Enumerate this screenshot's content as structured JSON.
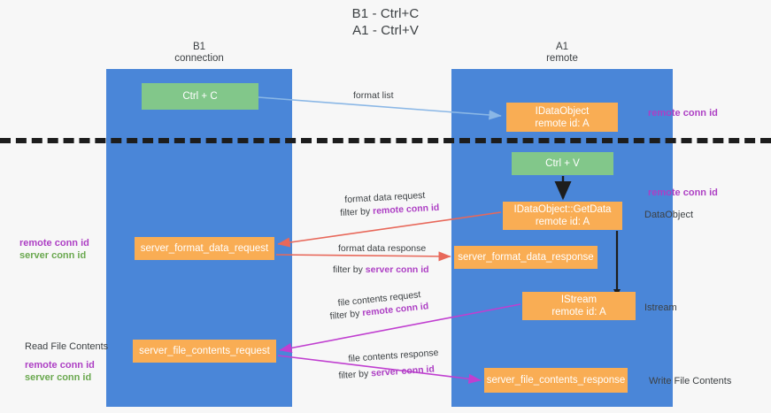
{
  "title": {
    "line1": "B1 - Ctrl+C",
    "line2": "A1 - Ctrl+V"
  },
  "columns": [
    {
      "id": "b1",
      "name": "B1",
      "sub": "connection"
    },
    {
      "id": "a1",
      "name": "A1",
      "sub": "remote"
    }
  ],
  "boxes": {
    "ctrl_c": {
      "line1": "Ctrl + C",
      "line2": "",
      "color": "#82c78a"
    },
    "data_object": {
      "line1": "IDataObject",
      "line2": "remote id: A",
      "color": "#f9ad54"
    },
    "ctrl_v": {
      "line1": "Ctrl + V",
      "line2": "",
      "color": "#82c78a"
    },
    "get_data": {
      "line1": "IDataObject::GetData",
      "line2": "remote id: A",
      "color": "#f9ad54"
    },
    "server_format_data_request": {
      "line1": "server_format_data_request",
      "line2": "",
      "color": "#f9ad54"
    },
    "server_format_data_response": {
      "line1": "server_format_data_response",
      "line2": "",
      "color": "#f9ad54"
    },
    "istream": {
      "line1": "IStream",
      "line2": "remote id: A",
      "color": "#f9ad54"
    },
    "server_file_contents_request": {
      "line1": "server_file_contents_request",
      "line2": "",
      "color": "#f9ad54"
    },
    "server_file_contents_response": {
      "line1": "server_file_contents_response",
      "line2": "",
      "color": "#f9ad54"
    }
  },
  "connectors": {
    "format_list": {
      "label": "format list"
    },
    "format_data_request": {
      "label": "format data request",
      "filter_prefix": "filter by ",
      "filter_key": "remote conn id"
    },
    "format_data_response": {
      "label": "format data response",
      "filter_prefix": "filter by ",
      "filter_key": "server conn id"
    },
    "file_contents_request": {
      "label": "file contents request",
      "filter_prefix": "filter by ",
      "filter_key": "remote conn id"
    },
    "file_contents_response": {
      "label": "file contents response",
      "filter_prefix": "filter by ",
      "filter_key": "server conn id"
    }
  },
  "annotations": {
    "right_remote_conn_id_top": "remote conn id",
    "right_remote_conn_id_mid": "remote conn id",
    "right_dataobject": "DataObject",
    "right_istream": "Istream",
    "right_write_file_contents": "Write File Contents",
    "left_remote_conn_id_mid": "remote conn id",
    "left_server_conn_id_mid": "server conn id",
    "left_read_file_contents": "Read File Contents",
    "left_remote_conn_id_bottom": "remote conn id",
    "left_server_conn_id_bottom": "server conn id"
  },
  "colors": {
    "lane": "#4a86d8",
    "green_box": "#82c78a",
    "orange_box": "#f9ad54",
    "purple_text": "#ad3fc4",
    "green_text": "#6aa84f",
    "divider": "#1d1d1d",
    "arrow_blue": "#8ab7e6",
    "arrow_red": "#e8685a",
    "arrow_magenta": "#c03fd0",
    "arrow_black": "#1d1d1d"
  }
}
